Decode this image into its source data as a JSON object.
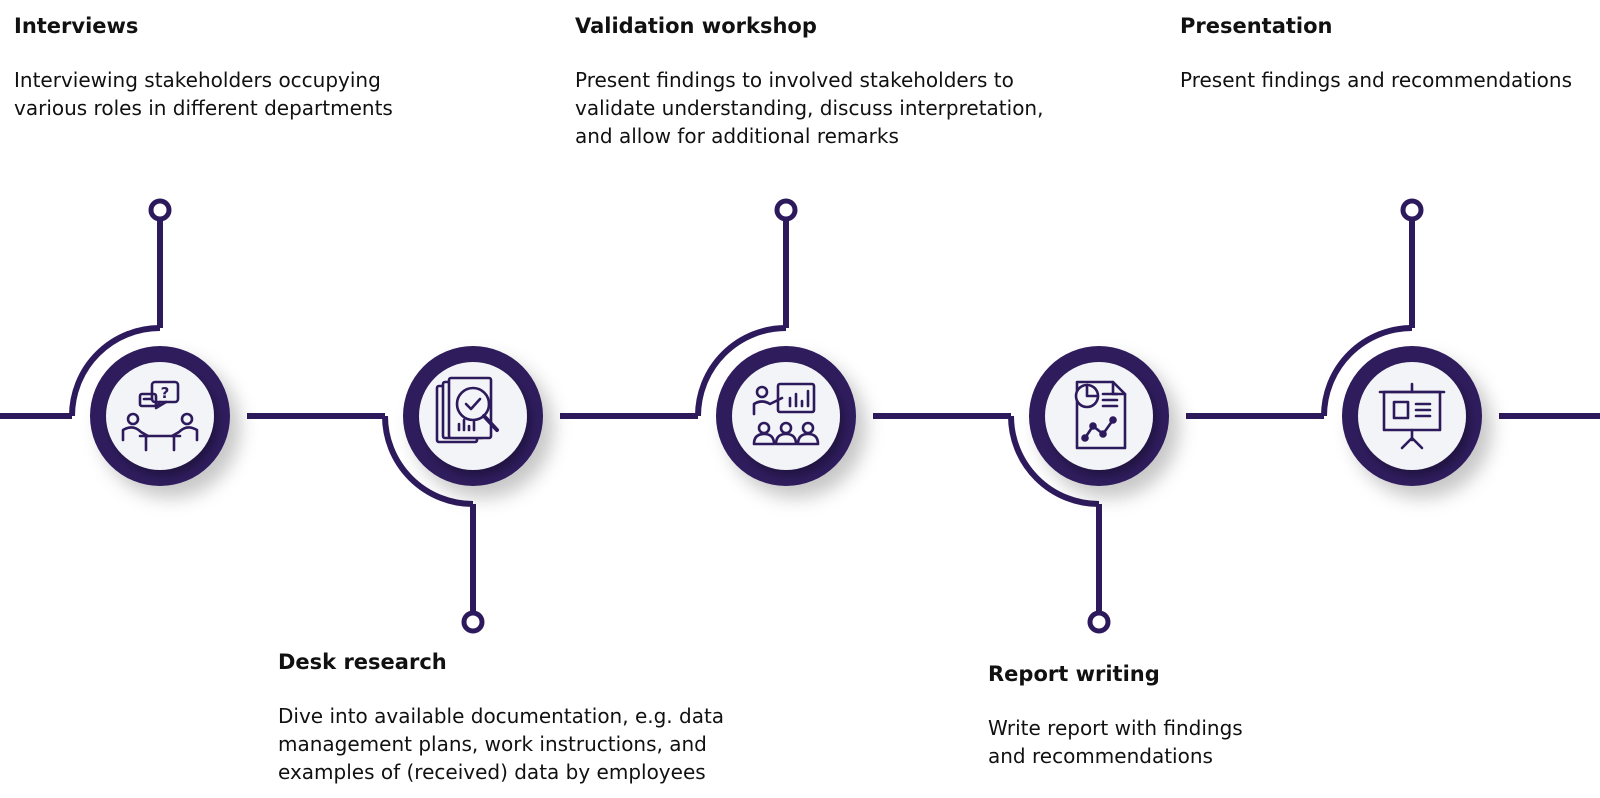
{
  "colors": {
    "primary": "#2d1a5c",
    "icon_face": "#f3f4f7",
    "background": "#ffffff",
    "text": "#111111"
  },
  "steps": [
    {
      "title": "Interviews",
      "description": "Interviewing stakeholders occupying various roles in different departments",
      "icon": "interview-icon"
    },
    {
      "title": "Desk research",
      "description": "Dive into available documentation, e.g. data management plans, work instructions, and examples of (received) data by employees",
      "icon": "document-search-icon"
    },
    {
      "title": "Validation workshop",
      "description": "Present findings to involved stakeholders to validate understanding, discuss interpretation, and allow for additional remarks",
      "icon": "workshop-presenter-icon"
    },
    {
      "title": "Report writing",
      "description": "Write report with findings and recommendations",
      "icon": "report-chart-icon"
    },
    {
      "title": "Presentation",
      "description": "Present findings and recommendations",
      "icon": "presentation-board-icon"
    }
  ]
}
